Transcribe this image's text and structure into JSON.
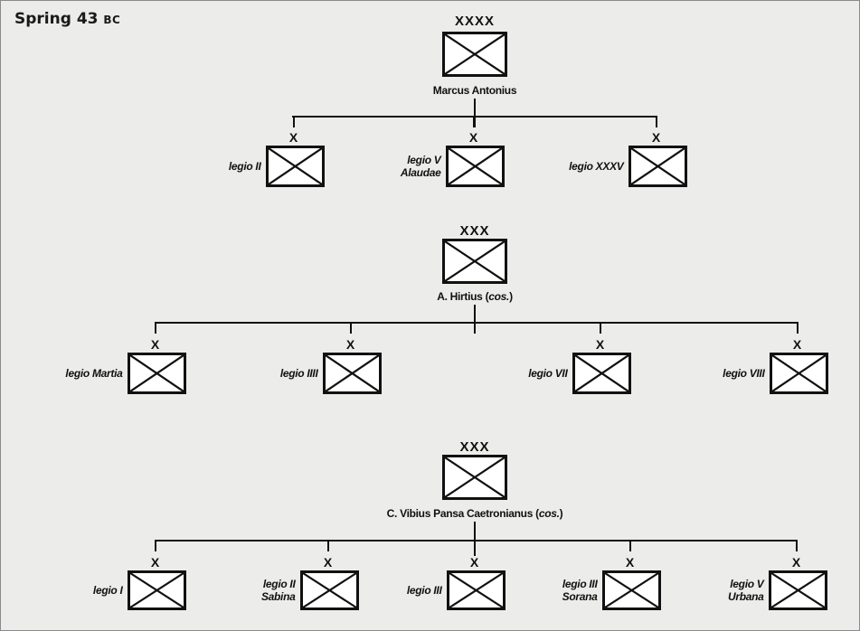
{
  "title": {
    "main": "Spring 43",
    "era": "BC"
  },
  "formations": [
    {
      "echelon": "XXXX",
      "commander": "Marcus Antonius",
      "commander_note": "",
      "units": [
        {
          "echelon": "X",
          "name": [
            "legio II"
          ]
        },
        {
          "echelon": "X",
          "name": [
            "legio V",
            "Alaudae"
          ]
        },
        {
          "echelon": "X",
          "name": [
            "legio XXXV"
          ]
        }
      ]
    },
    {
      "echelon": "XXX",
      "commander": "A. Hirtius",
      "commander_note": "cos.",
      "units": [
        {
          "echelon": "X",
          "name": [
            "legio Martia"
          ]
        },
        {
          "echelon": "X",
          "name": [
            "legio IIII"
          ]
        },
        {
          "echelon": "X",
          "name": [
            "legio VII"
          ]
        },
        {
          "echelon": "X",
          "name": [
            "legio VIII"
          ]
        }
      ]
    },
    {
      "echelon": "XXX",
      "commander": "C. Vibius Pansa Caetronianus",
      "commander_note": "cos.",
      "units": [
        {
          "echelon": "X",
          "name": [
            "legio I"
          ]
        },
        {
          "echelon": "X",
          "name": [
            "legio II",
            "Sabina"
          ]
        },
        {
          "echelon": "X",
          "name": [
            "legio III"
          ]
        },
        {
          "echelon": "X",
          "name": [
            "legio III",
            "Sorana"
          ]
        },
        {
          "echelon": "X",
          "name": [
            "legio V",
            "Urbana"
          ]
        }
      ]
    }
  ]
}
